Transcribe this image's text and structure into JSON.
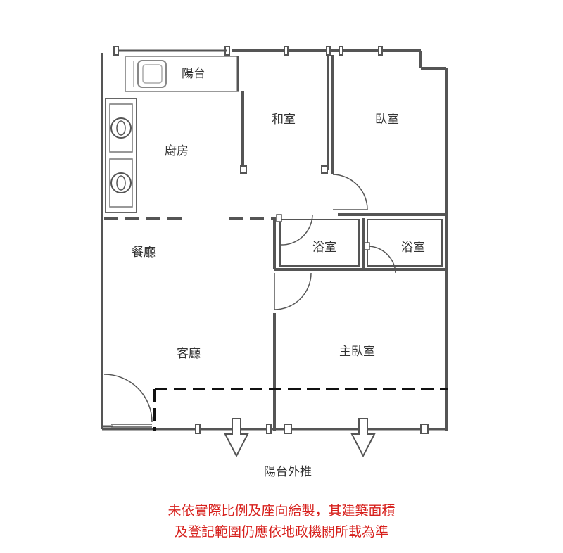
{
  "rooms": {
    "balcony": "陽台",
    "japanese_room": "和室",
    "bedroom": "臥室",
    "kitchen": "廚房",
    "dining": "餐廳",
    "bath_1": "浴室",
    "bath_2": "浴室",
    "living": "客廳",
    "master_bedroom": "主臥室"
  },
  "caption": "陽台外推",
  "disclaimer": {
    "line1": "未依實際比例及座向繪製，其建築面積",
    "line2": "及登記範圍仍應依地政機關所載為準"
  },
  "colors": {
    "wall": "#555555",
    "dashed_line": "#111111",
    "disclaimer_text": "#d7201c"
  }
}
